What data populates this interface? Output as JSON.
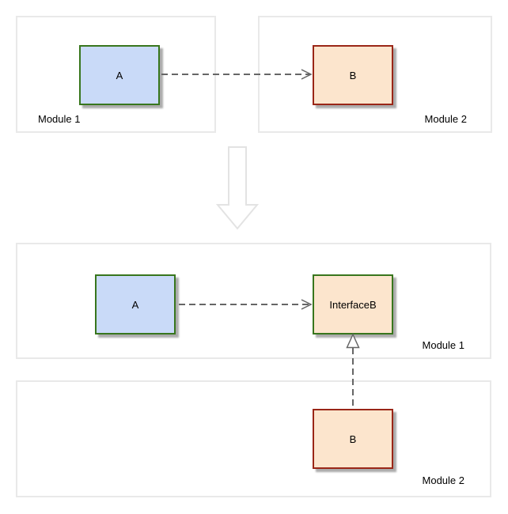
{
  "colors": {
    "box-blue-fill": "#c9daf8",
    "box-green-border": "#38761d",
    "box-peach-fill": "#fce5cd",
    "box-red-border": "#9a2617",
    "module-border": "#e9e9e9",
    "arrow-gray": "#666666",
    "big-arrow-outline": "#e3e3e3"
  },
  "before": {
    "module1_label": "Module 1",
    "module2_label": "Module 2",
    "box_a_label": "A",
    "box_b_label": "B"
  },
  "after": {
    "module1_label": "Module 1",
    "module2_label": "Module 2",
    "box_a_label": "A",
    "interface_b_label": "InterfaceB",
    "box_b_label": "B"
  }
}
